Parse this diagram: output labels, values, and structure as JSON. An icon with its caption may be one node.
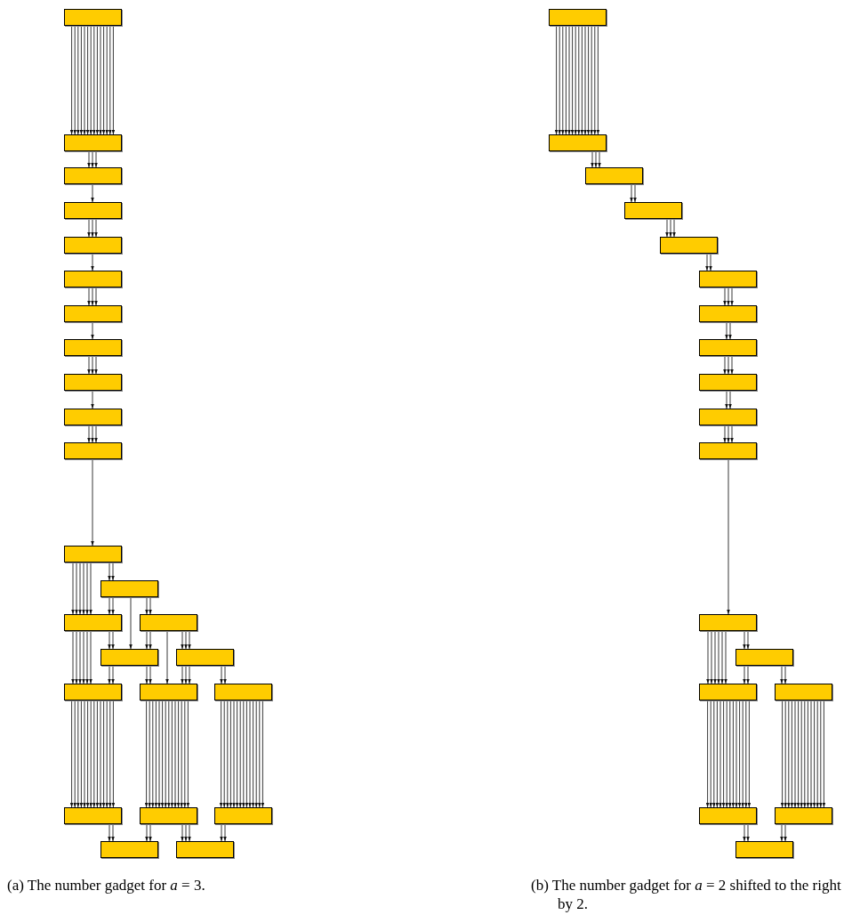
{
  "diagram": {
    "nodes": [
      {
        "text": [],
        "shape": "box"
      },
      {
        "text": [],
        "shape": "box"
      },
      {
        "text": [],
        "shape": "box"
      },
      {
        "text": [],
        "shape": "box"
      },
      {
        "text": [],
        "shape": "box"
      },
      {
        "text": [],
        "shape": "box"
      },
      {
        "text": [],
        "shape": "box"
      },
      {
        "text": [],
        "shape": "box"
      },
      {
        "text": [],
        "shape": "box"
      },
      {
        "text": [],
        "shape": "box"
      },
      {
        "text": [],
        "shape": "box"
      },
      {
        "text": [],
        "shape": "box"
      },
      {
        "text": [],
        "shape": "box"
      },
      {
        "text": [],
        "shape": "box"
      },
      {
        "text": [],
        "shape": "box"
      },
      {
        "text": [],
        "shape": "box"
      },
      {
        "text": [],
        "shape": "box"
      },
      {
        "text": [],
        "shape": "box"
      },
      {
        "text": [],
        "shape": "box"
      },
      {
        "text": [],
        "shape": "box"
      },
      {
        "text": [],
        "shape": "box"
      },
      {
        "text": [],
        "shape": "box"
      },
      {
        "text": [],
        "shape": "box"
      },
      {
        "text": [],
        "shape": "box"
      },
      {
        "text": [],
        "shape": "box"
      },
      {
        "text": [],
        "shape": "box"
      },
      {
        "text": [],
        "shape": "box"
      },
      {
        "text": [],
        "shape": "box"
      },
      {
        "text": [],
        "shape": "box"
      },
      {
        "text": [],
        "shape": "box"
      },
      {
        "text": [],
        "shape": "box"
      },
      {
        "text": [],
        "shape": "box"
      },
      {
        "text": [],
        "shape": "box"
      },
      {
        "text": [],
        "shape": "box"
      },
      {
        "text": [],
        "shape": "box"
      },
      {
        "text": [],
        "shape": "box"
      },
      {
        "text": [],
        "shape": "box"
      },
      {
        "text": [],
        "shape": "box"
      },
      {
        "text": [],
        "shape": "box"
      },
      {
        "text": [],
        "shape": "box"
      },
      {
        "text": [],
        "shape": "box"
      },
      {
        "text": [],
        "shape": "box"
      },
      {
        "text": [],
        "shape": "box"
      }
    ],
    "edges": [
      {
        "from": 0,
        "to": 1,
        "arrow": "to"
      },
      {
        "from": 1,
        "to": 2,
        "arrow": "to"
      },
      {
        "from": 2,
        "to": 3,
        "arrow": "to"
      },
      {
        "from": 3,
        "to": 4,
        "arrow": "to"
      },
      {
        "from": 4,
        "to": 5,
        "arrow": "to"
      },
      {
        "from": 5,
        "to": 6,
        "arrow": "to"
      },
      {
        "from": 6,
        "to": 7,
        "arrow": "to"
      },
      {
        "from": 7,
        "to": 8,
        "arrow": "to"
      },
      {
        "from": 8,
        "to": 9,
        "arrow": "to"
      },
      {
        "from": 9,
        "to": 10,
        "arrow": "to"
      },
      {
        "from": 10,
        "to": 11,
        "arrow": "to"
      },
      {
        "from": 11,
        "to": 13,
        "arrow": "to"
      },
      {
        "from": 11,
        "to": 12,
        "arrow": "to"
      },
      {
        "from": 12,
        "to": 13,
        "arrow": "to"
      },
      {
        "from": 12,
        "to": 15,
        "arrow": "to"
      },
      {
        "from": 12,
        "to": 14,
        "arrow": "to"
      },
      {
        "from": 13,
        "to": 17,
        "arrow": "to"
      },
      {
        "from": 13,
        "to": 15,
        "arrow": "to"
      },
      {
        "from": 14,
        "to": 15,
        "arrow": "to"
      },
      {
        "from": 14,
        "to": 18,
        "arrow": "to"
      },
      {
        "from": 14,
        "to": 16,
        "arrow": "to"
      },
      {
        "from": 15,
        "to": 17,
        "arrow": "to"
      },
      {
        "from": 15,
        "to": 18,
        "arrow": "to"
      },
      {
        "from": 16,
        "to": 18,
        "arrow": "to"
      },
      {
        "from": 16,
        "to": 19,
        "arrow": "to"
      },
      {
        "from": 17,
        "to": 20,
        "arrow": "to"
      },
      {
        "from": 18,
        "to": 21,
        "arrow": "to"
      },
      {
        "from": 19,
        "to": 22,
        "arrow": "to"
      },
      {
        "from": 20,
        "to": 23,
        "arrow": "to"
      },
      {
        "from": 21,
        "to": 23,
        "arrow": "to"
      },
      {
        "from": 21,
        "to": 24,
        "arrow": "to"
      },
      {
        "from": 22,
        "to": 24,
        "arrow": "to"
      },
      {
        "from": 25,
        "to": 26,
        "arrow": "to"
      },
      {
        "from": 26,
        "to": 27,
        "arrow": "to"
      },
      {
        "from": 27,
        "to": 28,
        "arrow": "to"
      },
      {
        "from": 28,
        "to": 29,
        "arrow": "to"
      },
      {
        "from": 29,
        "to": 30,
        "arrow": "to"
      },
      {
        "from": 30,
        "to": 31,
        "arrow": "to"
      },
      {
        "from": 31,
        "to": 32,
        "arrow": "to"
      },
      {
        "from": 32,
        "to": 33,
        "arrow": "to"
      },
      {
        "from": 33,
        "to": 34,
        "arrow": "to"
      },
      {
        "from": 34,
        "to": 35,
        "arrow": "to"
      },
      {
        "from": 35,
        "to": 36,
        "arrow": "to"
      },
      {
        "from": 36,
        "to": 38,
        "arrow": "to"
      },
      {
        "from": 36,
        "to": 37,
        "arrow": "to"
      },
      {
        "from": 37,
        "to": 38,
        "arrow": "to"
      },
      {
        "from": 37,
        "to": 39,
        "arrow": "to"
      },
      {
        "from": 38,
        "to": 40,
        "arrow": "to"
      },
      {
        "from": 39,
        "to": 41,
        "arrow": "to"
      },
      {
        "from": 40,
        "to": 42,
        "arrow": "to"
      },
      {
        "from": 41,
        "to": 42,
        "arrow": "to"
      }
    ],
    "labels": [
      "(a) The number gadget for *a* = 3.",
      "(b) The number gadget for *a* = 2 shifted to the right by 2."
    ]
  }
}
